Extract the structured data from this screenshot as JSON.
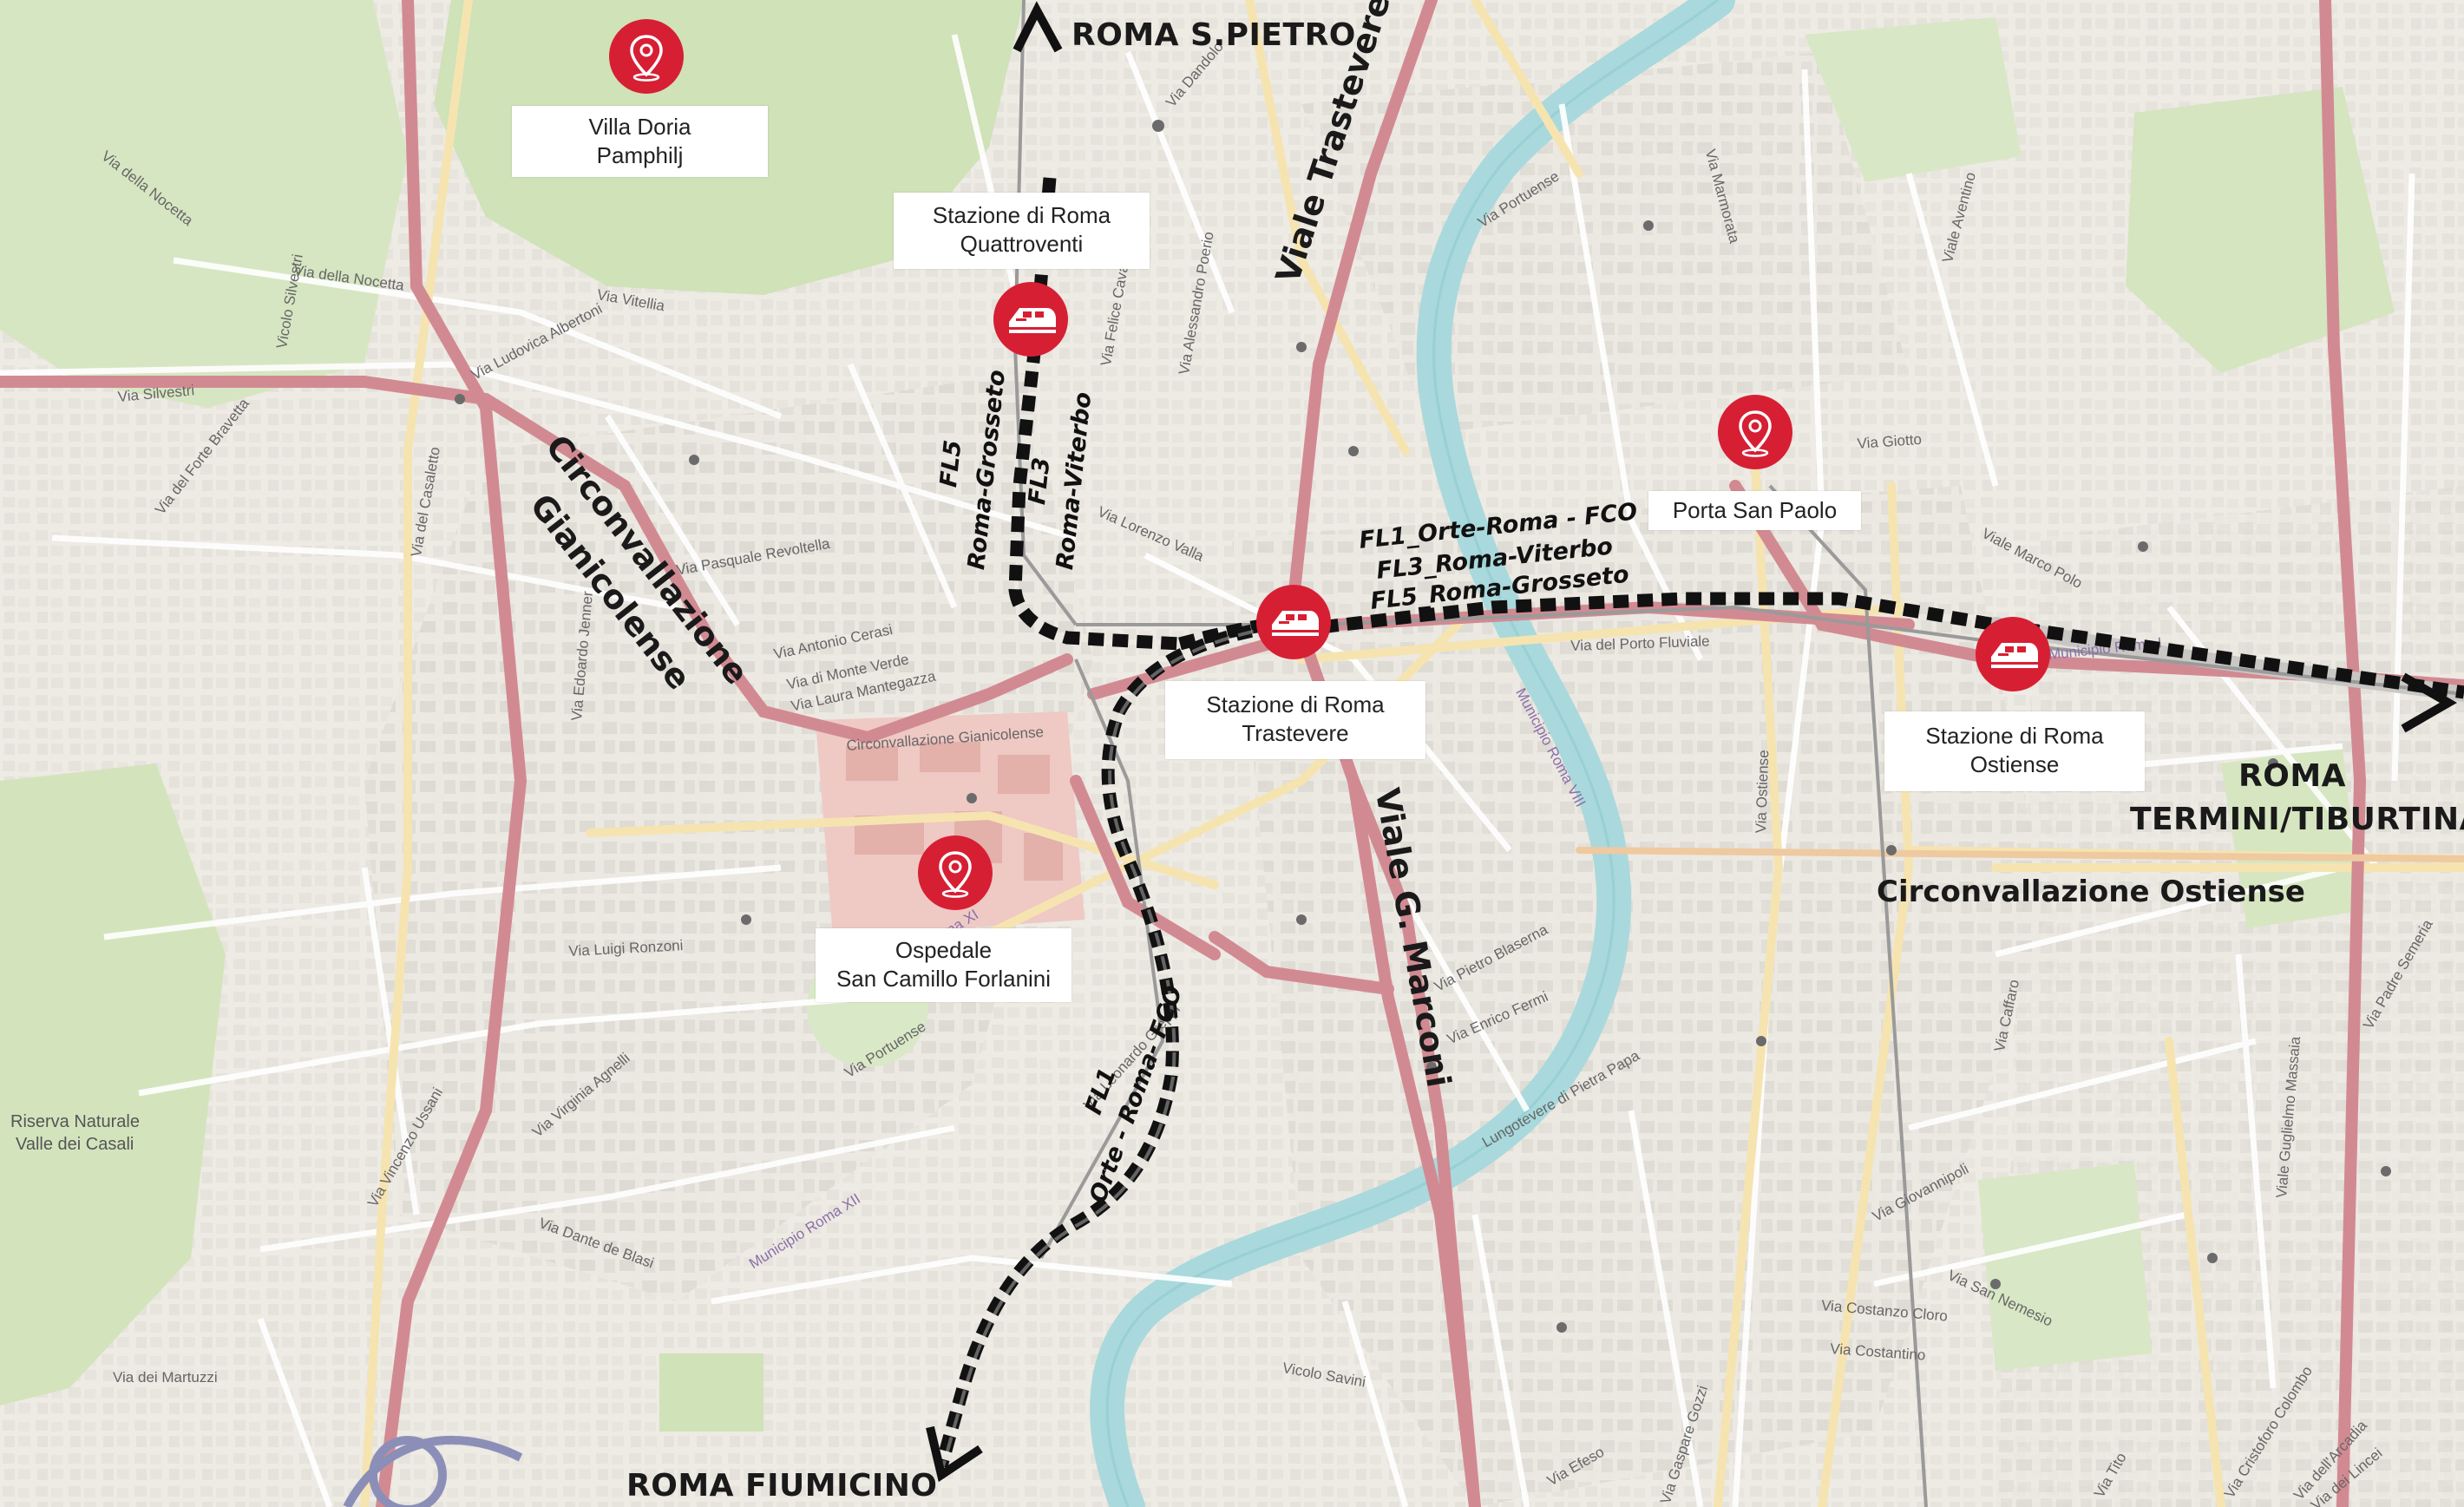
{
  "map": {
    "destinations": {
      "san_pietro": "ROMA S.PIETRO",
      "fiumicino": "ROMA FIUMICINO",
      "termini_line1": "ROMA",
      "termini_line2": "TERMINI/TIBURTINA"
    },
    "roads": {
      "viale_trastevere": "Viale Trastevere",
      "viale_marconi": "Viale G. Marconi",
      "circ_gianicolense_1": "Circonvallazione",
      "circ_gianicolense_2": "Gianicolense",
      "circ_ostiense": "Circonvallazione Ostiense"
    },
    "points_of_interest": [
      {
        "line1": "Villa Doria",
        "line2": "Pamphilj",
        "icon": "location-pin-icon"
      },
      {
        "line1": "Porta San Paolo",
        "icon": "location-pin-icon"
      },
      {
        "line1": "Ospedale",
        "line2": "San Camillo Forlanini",
        "icon": "location-pin-icon"
      }
    ],
    "stations": [
      {
        "line1": "Stazione di Roma",
        "line2": "Quattroventi",
        "icon": "train-icon"
      },
      {
        "line1": "Stazione di Roma",
        "line2": "Trastevere",
        "icon": "train-icon"
      },
      {
        "line1": "Stazione di Roma",
        "line2": "Ostiense",
        "icon": "train-icon"
      }
    ],
    "rail_labels": {
      "fl5_name": "FL5",
      "fl5_route": "Roma-Grosseto",
      "fl3_name": "FL3",
      "fl3_route": "Roma-Viterbo",
      "trunk_1": "FL1_Orte-Roma - FCO",
      "trunk_2": "FL3_Roma-Viterbo",
      "trunk_3": "FL5_Roma-Grosseto",
      "fl1_name": "FL1",
      "fl1_route": "Orte - Roma- FCO"
    },
    "streets": [
      "Via della Nocetta",
      "Via della Nocetta",
      "Via Vitellia",
      "Via Ludovica Albertoni",
      "Via del Forte Bravetta",
      "Via Silvestri",
      "Vicolo Silvestri",
      "Via del Casaletto",
      "Via Edoardo Jenner",
      "Via Antonio Cerasi",
      "Via di Monte Verde",
      "Via Laura Mantegazza",
      "Circonvallazione Gianicolense",
      "Via Pasquale Revoltella",
      "Via Lorenzo Valla",
      "Via Felice Cavallotti",
      "Via Alessandro Poerio",
      "Via Dandolo",
      "Via Portuense",
      "Via Portuense",
      "Via del Porto Fluviale",
      "Via Marmorata",
      "Viale Aventino",
      "Via Giotto",
      "Viale Marco Polo",
      "Via Ostiense",
      "Via Pietro Blaserna",
      "Via Enrico Fermi",
      "Lungotevere di Pietra Papa",
      "Via Giovannipoli",
      "Via San Nemesio",
      "Via Costanzo Cloro",
      "Via Costantino",
      "Via Leonardo Greppi",
      "Via Luigi Ronzoni",
      "Via Virginia Agnelli",
      "Via Vincenzo Ussani",
      "Via Dante de Blasi",
      "Vicolo Savini",
      "Via Efeso",
      "Via Gaspare Gozzi",
      "Via dei Martuzzi",
      "Via Cristoforo Colombo",
      "Viale Guglielmo Massaia",
      "Via Padre Semeria",
      "Via Caffaro",
      "Via dell'Arcadia",
      "Via dei Lincei",
      "Via Tito",
      "Riserva Naturale",
      "Valle dei Casali",
      "Municipio Roma XII",
      "Municipio Roma XI",
      "Municipio Roma VIII",
      "Municipio Roma I"
    ],
    "colors": {
      "poi_red": "#d71f34",
      "river": "#a9d9dc",
      "major_road": "#d28a92",
      "land": "#f2efe9",
      "park": "#cfe2b8"
    }
  }
}
